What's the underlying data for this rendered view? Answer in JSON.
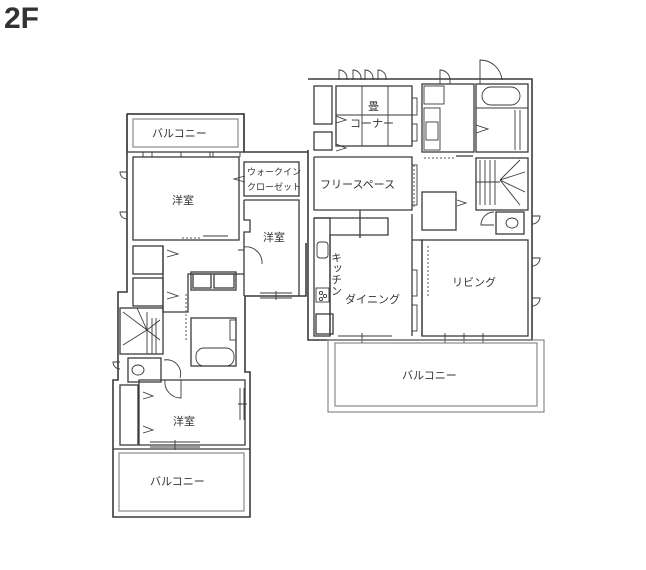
{
  "floor": {
    "label": "2F"
  },
  "rooms": {
    "balcony_top_left": "バルコニー",
    "walk_in_closet_line1": "ウォークイン",
    "walk_in_closet_line2": "クローゼット",
    "western_room_1": "洋室",
    "western_room_2": "洋室",
    "western_room_3": "洋室",
    "tatami_kanji": "畳",
    "tatami_corner": "コーナー",
    "free_space": "フリースペース",
    "kitchen": "キッチン",
    "dining": "ダイニング",
    "living": "リビング",
    "balcony_right": "バルコニー",
    "balcony_bottom_left": "バルコニー"
  },
  "colors": {
    "wall": "#3a3a3a",
    "balcony_outline": "#8a8a8a",
    "background": "#ffffff",
    "label": "#333333"
  }
}
